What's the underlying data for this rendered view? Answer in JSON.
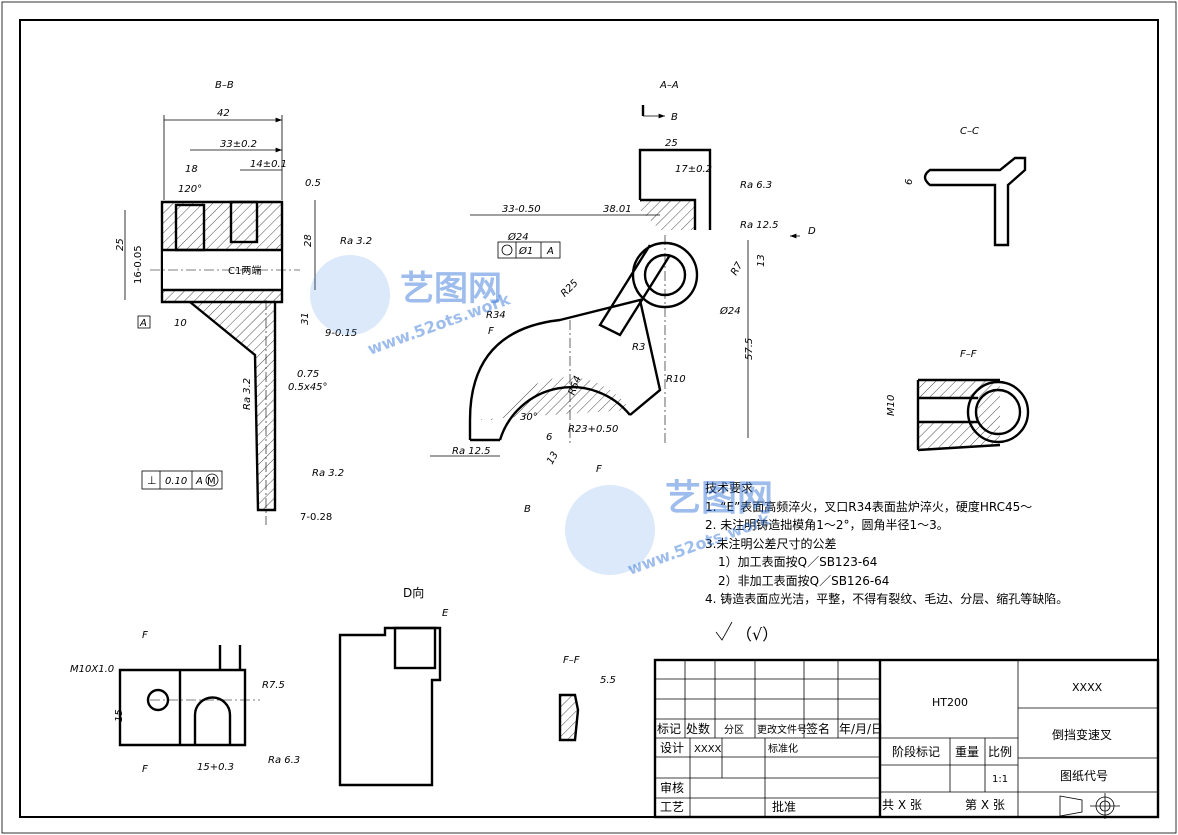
{
  "views": {
    "bb": {
      "title": "B–B",
      "dims": [
        "42",
        "33±0.2",
        "18",
        "14±0.1",
        "0.5",
        "120°",
        "25",
        "28",
        "16-0.05",
        "C1两端",
        "10",
        "31",
        "9-0.15",
        "0.75",
        "0.5x45°",
        "Ra 3.2",
        "Ra 3.2",
        "Ra 3.2",
        "A",
        "7-0.28"
      ]
    },
    "aa": {
      "title": "A–A",
      "b_marker": "B",
      "dims": [
        "25",
        "17±0.2",
        "Ra 6.3",
        "33-0.50",
        "38.01",
        "Ra 12.5",
        "D",
        "Ø24",
        "Ø1",
        "A",
        "13",
        "R34",
        "R25",
        "R3",
        "Ø24",
        "R7",
        "57.5",
        "R10",
        "R54",
        "R23+0.50",
        "30°",
        "6",
        "13",
        "Ra 12.5",
        "B",
        "F",
        "F"
      ]
    },
    "cc": {
      "title": "C–C",
      "dim": "6"
    },
    "ff1": {
      "title": "F–F",
      "dim": "M10"
    },
    "bottom_left": {
      "dims": [
        "F",
        "M10X1.0",
        "R7.5",
        "15",
        "15+0.3",
        "Ra 6.3",
        "F"
      ]
    },
    "d_view": {
      "title": "D向",
      "label": "E"
    },
    "ff2": {
      "title": "F–F",
      "dim": "5.5"
    }
  },
  "tolerance": {
    "sym": "⊥",
    "value": "0.10",
    "datum": "A",
    "mod": "M"
  },
  "notes": {
    "heading": "技术要求",
    "lines": [
      "1. “E”表面高频淬火，叉口R34表面盐炉淬火，硬度HRC45～",
      "2. 未注明铸造拙模角1～2°，圆角半径1～3。",
      "3.未注明公差尺寸的公差",
      "1）加工表面按Q／SB123-64",
      "2）非加工表面按Q／SB126-64",
      "4. 铸造表面应光洁，平整，不得有裂纹、毛边、分层、缩孔等缺陷。"
    ],
    "roughness": "（√）"
  },
  "title_block": {
    "material": "HT200",
    "code": "XXXX",
    "part_name": "倒挡变速叉",
    "drawing_no": "图纸代号",
    "mark": "标记",
    "count": "处数",
    "zone": "分区",
    "change_doc": "更改文件号",
    "signature": "签名",
    "date": "年/月/日",
    "design": "设计",
    "designer": "XXXX",
    "standard": "标准化",
    "stage": "阶段标记",
    "weight": "重量",
    "scale_label": "比例",
    "scale": "1:1",
    "review": "审核",
    "process": "工艺",
    "approve": "批准",
    "total": "共 X 张",
    "sheet": "第 X 张"
  },
  "watermark": {
    "name": "艺图网",
    "url": "www.52ots.work"
  }
}
